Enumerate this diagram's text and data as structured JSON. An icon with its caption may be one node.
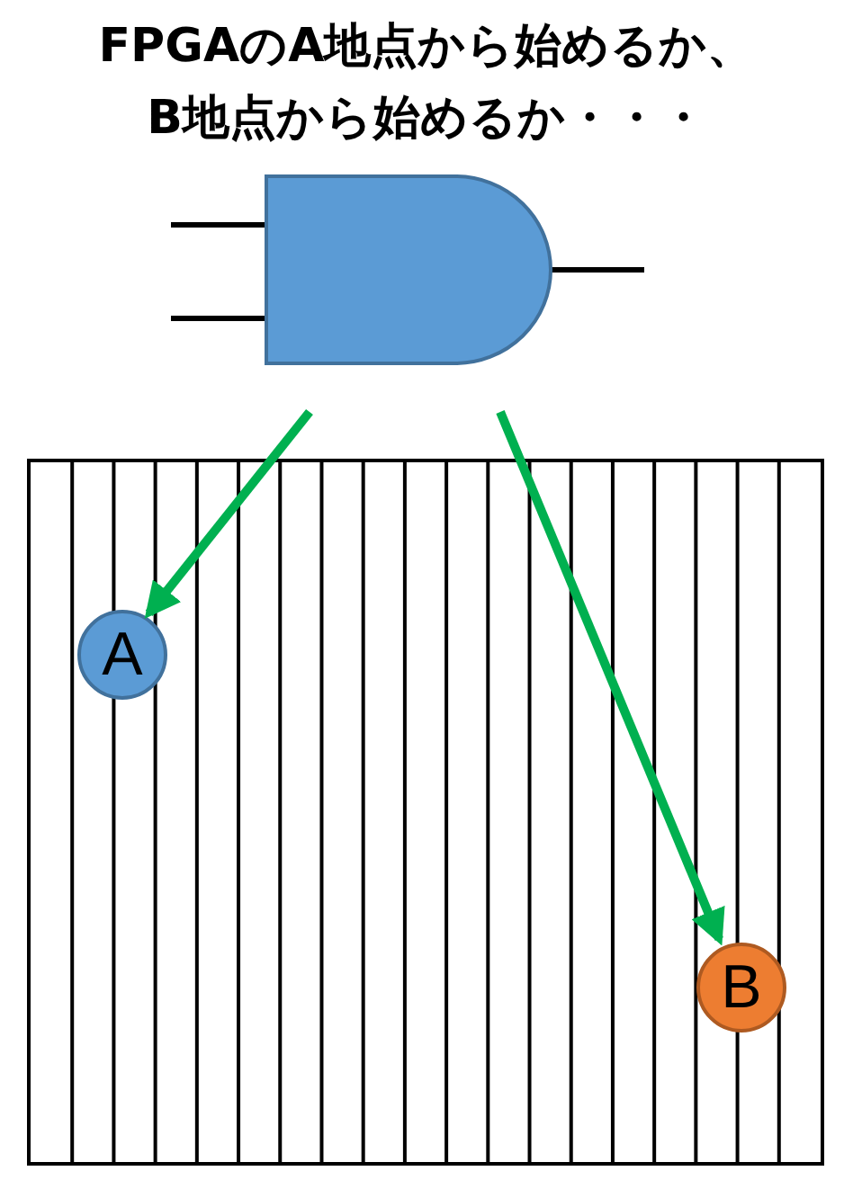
{
  "diagram": {
    "title": "FPGAのA地点から始めるか、B地点から始めるか・・・",
    "nodes": [
      {
        "text": [],
        "shape": "gate"
      },
      {
        "text": [],
        "shape": "box"
      },
      {
        "text": [
          "A"
        ],
        "in": 1
      },
      {
        "text": [
          "B"
        ],
        "in": 1
      }
    ],
    "edges": [
      {
        "from": 0,
        "to": 2,
        "arrow": "to",
        "color": "#00b050"
      },
      {
        "from": 0,
        "to": 3,
        "arrow": "to",
        "color": "#00b050"
      }
    ]
  }
}
